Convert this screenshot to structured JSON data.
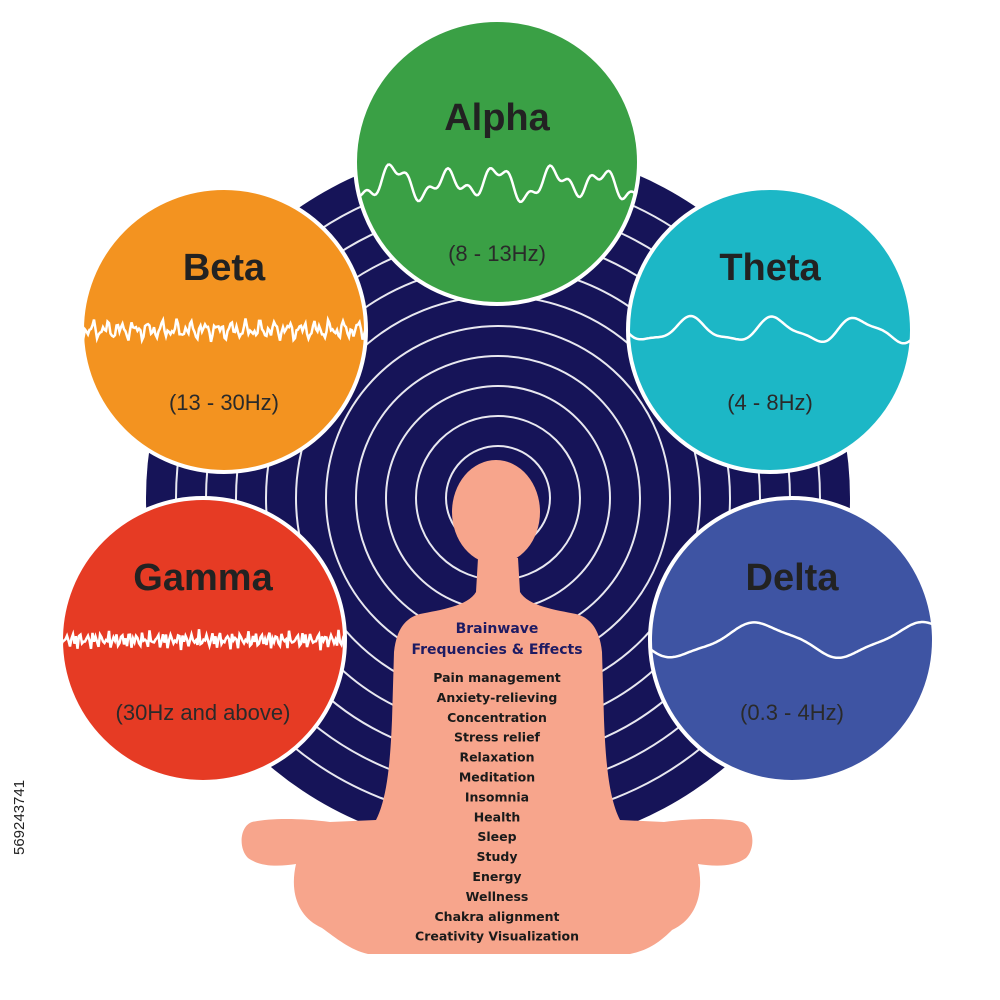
{
  "colors": {
    "background_disc": "#161458",
    "rings": "#e8e8f0",
    "silhouette": "#f7a58c",
    "panel_title": "#1e1b63",
    "alpha": "#3aa045",
    "beta": "#f39320",
    "theta": "#1cb7c6",
    "gamma": "#e63b24",
    "delta": "#3e54a3"
  },
  "waves": [
    {
      "id": "alpha",
      "name": "Alpha",
      "range": "(8 - 13Hz)",
      "color": "#3aa045",
      "icon": "alpha-wave-icon"
    },
    {
      "id": "beta",
      "name": "Beta",
      "range": "(13 - 30Hz)",
      "color": "#f39320",
      "icon": "beta-wave-icon"
    },
    {
      "id": "theta",
      "name": "Theta",
      "range": "(4 - 8Hz)",
      "color": "#1cb7c6",
      "icon": "theta-wave-icon"
    },
    {
      "id": "gamma",
      "name": "Gamma",
      "range": "(30Hz and above)",
      "color": "#e63b24",
      "icon": "gamma-wave-icon"
    },
    {
      "id": "delta",
      "name": "Delta",
      "range": "(0.3 - 4Hz)",
      "color": "#3e54a3",
      "icon": "delta-wave-icon"
    }
  ],
  "panel": {
    "title_line1": "Brainwave",
    "title_line2": "Frequencies & Effects",
    "effects": [
      "Pain management",
      "Anxiety-relieving",
      "Concentration",
      "Stress relief",
      "Relaxation",
      "Meditation",
      "Insomnia",
      "Health",
      "Sleep",
      "Study",
      "Energy",
      "Wellness",
      "Chakra alignment",
      "Creativity Visualization"
    ]
  },
  "stock_id": "569243741",
  "icons": {
    "figure": "meditating-person-icon",
    "rings": "concentric-rings-icon"
  }
}
